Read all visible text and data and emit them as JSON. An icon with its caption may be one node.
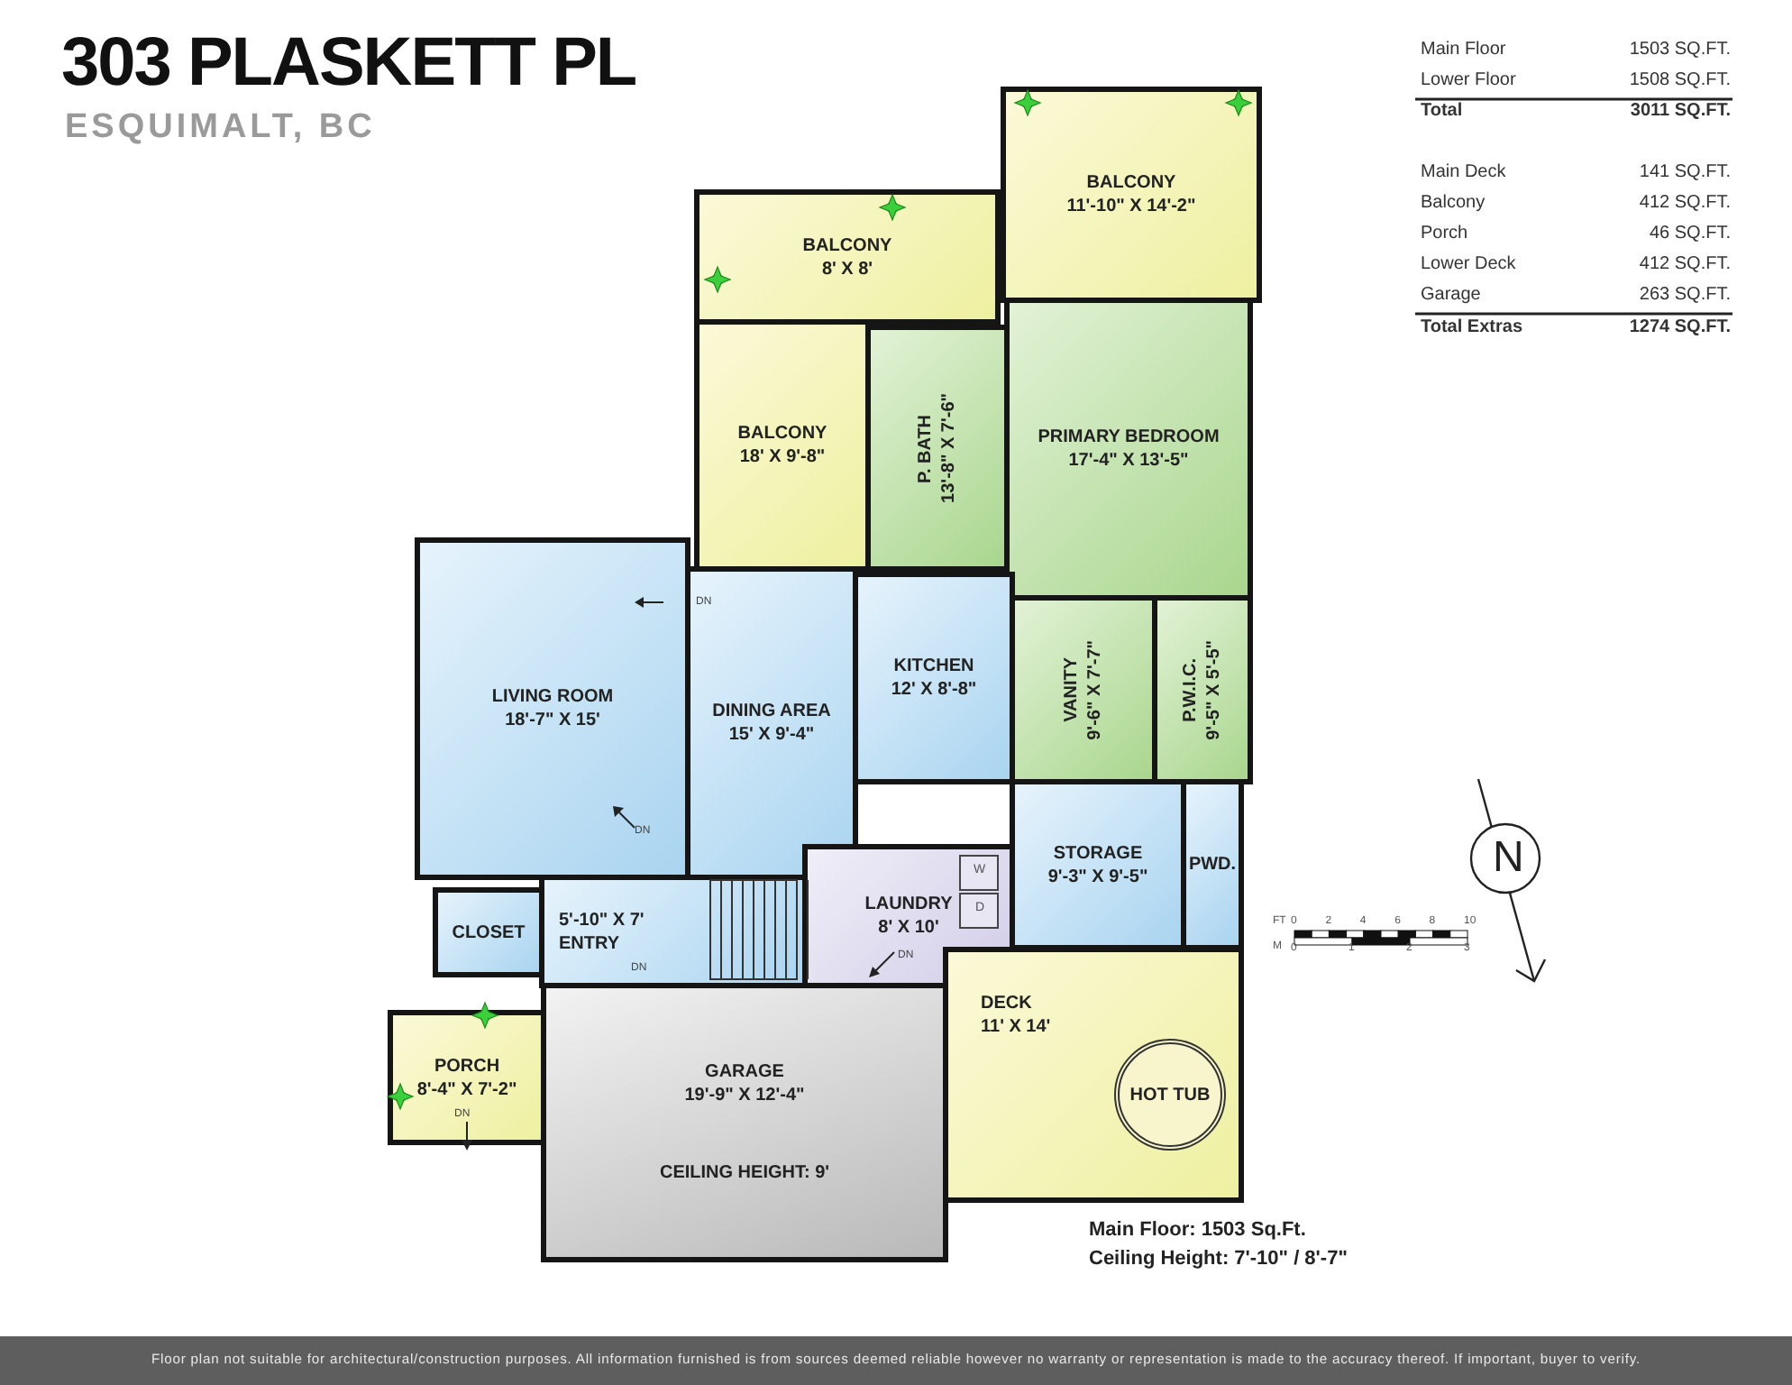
{
  "diagram": {
    "title": "303 PLASKETT PL",
    "nodes": [
      {
        "text": [
          "BALCONY",
          "11'-10\" X 14'-2\""
        ]
      },
      {
        "text": [
          "BALCONY",
          "8' X 8'"
        ]
      },
      {
        "text": [
          "BALCONY",
          "18' X 9'-8\""
        ]
      },
      {
        "text": [
          "P. BATH",
          "13'-8\" X 7'-6\""
        ]
      },
      {
        "text": [
          "PRIMARY BEDROOM",
          "17'-4\" X 13'-5\""
        ]
      },
      {
        "text": [
          "LIVING ROOM",
          "18'-7\" X 15'"
        ]
      },
      {
        "text": [
          "KITCHEN",
          "12' X 8'-8\""
        ]
      },
      {
        "text": [
          "DINING AREA",
          "15' X 9'-4\""
        ]
      },
      {
        "text": [
          "VANITY",
          "9'-6\" X 7'-7\""
        ]
      },
      {
        "text": [
          "P.W.I.C.",
          "9'-5\" X 5'-5\""
        ]
      },
      {
        "text": [
          "STORAGE",
          "9'-3\" X 9'-5\""
        ]
      },
      {
        "text": [
          "PWD."
        ]
      },
      {
        "text": [
          "LAUNDRY",
          "8' X 10'"
        ]
      },
      {
        "text": [
          "CLOSET"
        ]
      },
      {
        "text": [
          "5'-10\" X 7'",
          "ENTRY"
        ]
      },
      {
        "text": [
          "GARAGE",
          "19'-9\" X 12'-4\"",
          "CEILING HEIGHT: 9'"
        ]
      },
      {
        "text": [
          "PORCH",
          "8'-4\" X 7'-2\""
        ]
      },
      {
        "text": [
          "DECK",
          "11' X 14'"
        ]
      },
      {
        "text": [
          "HOT TUB"
        ],
        "in": 17
      }
    ],
    "labels": [
      "ESQUIMALT, BC",
      "Main Floor",
      "1503 SQ.FT.",
      "Lower Floor",
      "1508 SQ.FT.",
      "Total",
      "3011 SQ.FT.",
      "Main Deck",
      "141 SQ.FT.",
      "Balcony",
      "412 SQ.FT.",
      "Porch",
      "46 SQ.FT.",
      "Lower Deck",
      "412 SQ.FT.",
      "Garage",
      "263 SQ.FT.",
      "Total Extras",
      "1274 SQ.FT.",
      "DN",
      "DN",
      "DN",
      "DN",
      "DN",
      "W",
      "D",
      "N",
      "FT",
      "0",
      "2",
      "4",
      "6",
      "8",
      "10",
      "M",
      "0",
      "1",
      "2",
      "3",
      "Main Floor: 1503 Sq.Ft.",
      "Ceiling Height: 7'-10\" / 8'-7\"",
      "Floor plan not suitable for architectural/construction purposes. All information furnished is from sources deemed reliable however no warranty or representation is made to the accuracy thereof. If important, buyer to verify."
    ]
  }
}
